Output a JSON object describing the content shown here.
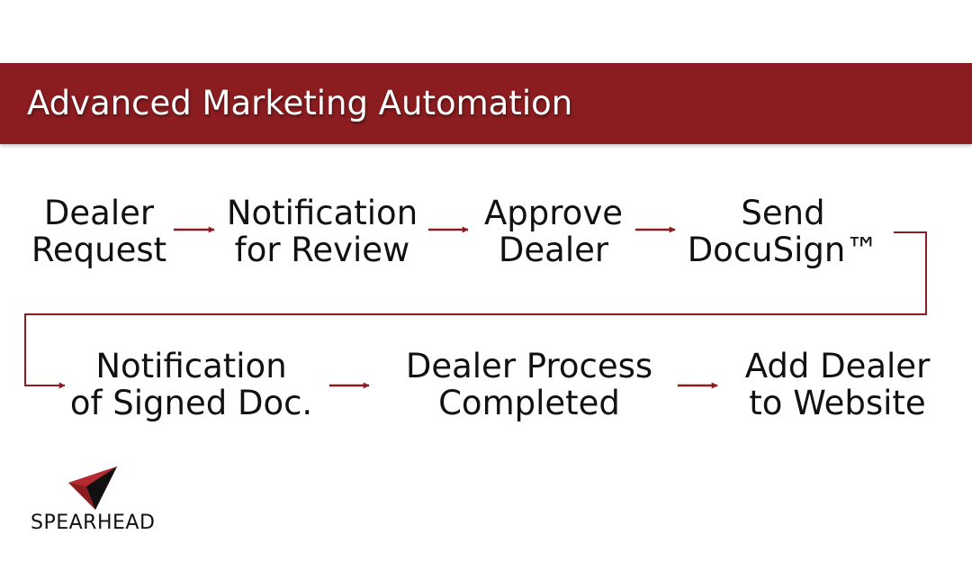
{
  "header": {
    "title": "Advanced Marketing Automation"
  },
  "steps": [
    {
      "line1": "Dealer",
      "line2": "Request"
    },
    {
      "line1": "Notification",
      "line2": "for Review"
    },
    {
      "line1": "Approve",
      "line2": "Dealer"
    },
    {
      "line1": "Send",
      "line2": "DocuSign™"
    },
    {
      "line1": "Notification",
      "line2": "of Signed Doc."
    },
    {
      "line1": "Dealer Process",
      "line2": "Completed"
    },
    {
      "line1": "Add Dealer",
      "line2": "to Website"
    }
  ],
  "logo": {
    "text": "SPEARHEAD"
  },
  "colors": {
    "brand": "#8b1d20",
    "text": "#111111",
    "background": "#ffffff"
  }
}
